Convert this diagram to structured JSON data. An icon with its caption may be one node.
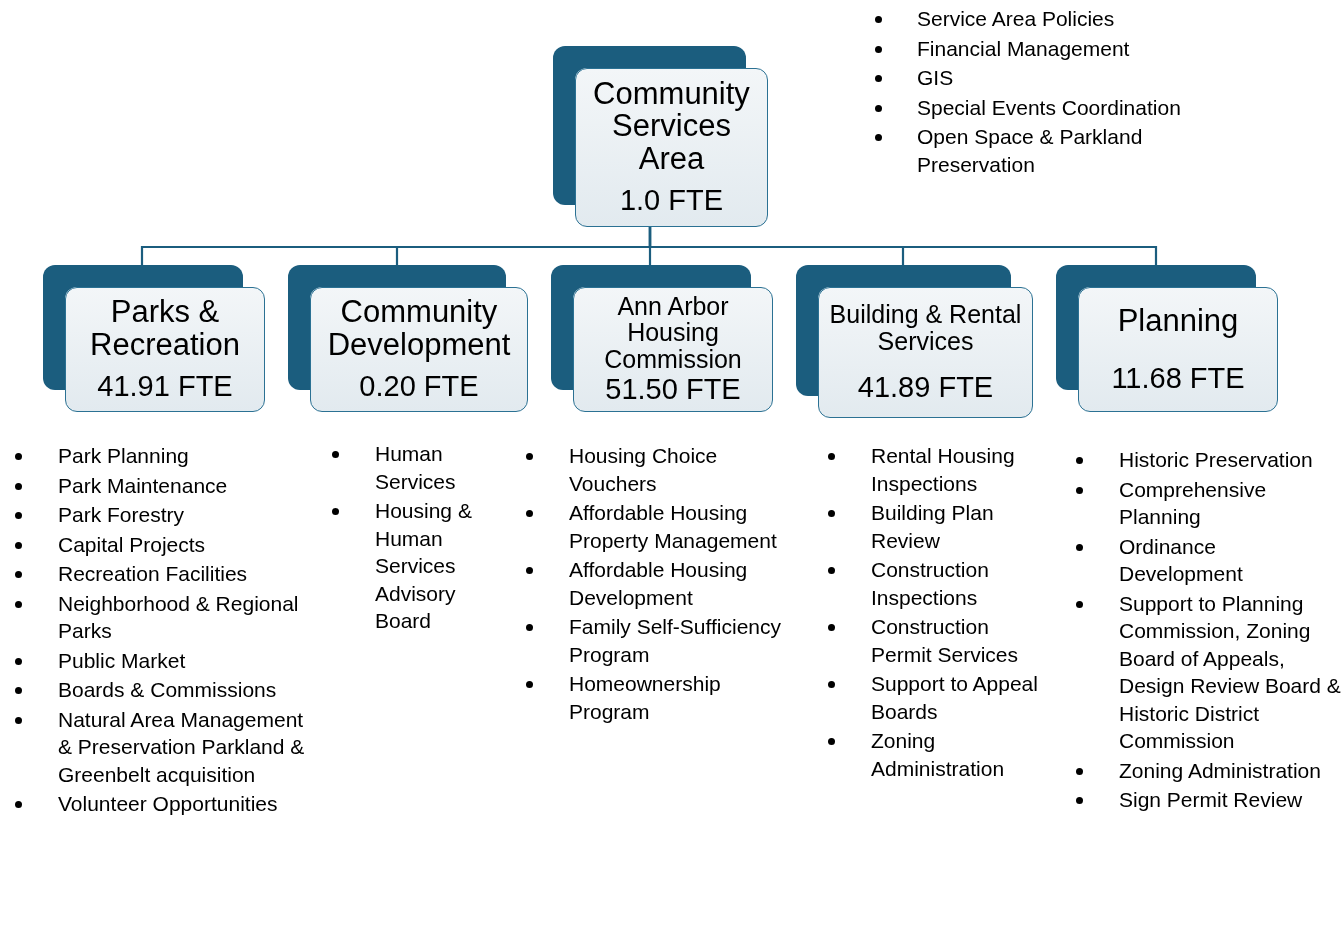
{
  "diagram": {
    "nodes": [
      {
        "text": [
          "Community Services Area",
          "1.0 FTE"
        ],
        "beside": [
          "Service Area Policies",
          "Financial Management",
          "GIS",
          "Special Events Coordination",
          "Open Space & Parkland Preservation"
        ]
      },
      {
        "text": [
          "Parks & Recreation",
          "41.91 FTE"
        ],
        "beside": [
          "Park Planning",
          "Park Maintenance",
          "Park Forestry",
          "Capital Projects",
          "Recreation Facilities",
          "Neighborhood & Regional Parks",
          "Public Market",
          "Boards & Commissions",
          "Natural Area Management & Preservation Parkland & Greenbelt acquisition",
          "Volunteer Opportunities"
        ]
      },
      {
        "text": [
          "Community Development",
          "0.20 FTE"
        ],
        "beside": [
          "Human Services",
          "Housing & Human Services Advisory Board"
        ]
      },
      {
        "text": [
          "Ann Arbor Housing Commission",
          "51.50 FTE"
        ],
        "beside": [
          "Housing Choice Vouchers",
          "Affordable Housing Property Management",
          "Affordable Housing Development",
          "Family Self-Sufficiency Program",
          "Homeownership Program"
        ]
      },
      {
        "text": [
          "Building & Rental Services",
          "41.89 FTE"
        ],
        "beside": [
          "Rental Housing Inspections",
          "Building Plan Review",
          "Construction Inspections",
          "Construction Permit Services",
          "Support to Appeal Boards",
          "Zoning Administration"
        ]
      },
      {
        "text": [
          "Planning",
          "11.68 FTE"
        ],
        "beside": [
          "Historic Preservation",
          "Comprehensive Planning",
          "Ordinance Development",
          "Support to Planning Commission, Zoning Board of Appeals, Design Review Board & Historic District Commission",
          "Zoning Administration",
          "Sign Permit Review"
        ]
      }
    ],
    "edges": [
      {
        "from": 0,
        "to": 1,
        "arrow": "none"
      },
      {
        "from": 0,
        "to": 2,
        "arrow": "none"
      },
      {
        "from": 0,
        "to": 3,
        "arrow": "none"
      },
      {
        "from": 0,
        "to": 4,
        "arrow": "none"
      },
      {
        "from": 0,
        "to": 5,
        "arrow": "none"
      }
    ]
  }
}
